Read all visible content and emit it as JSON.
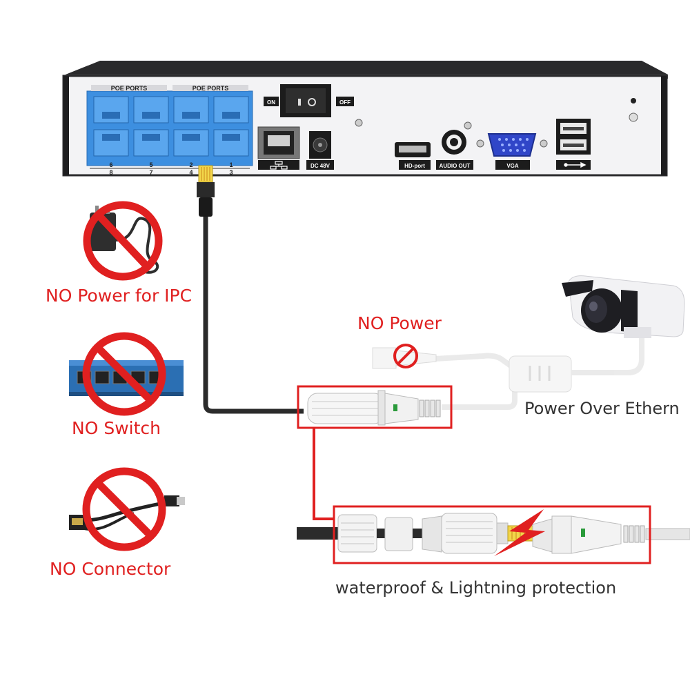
{
  "nvr": {
    "poe_ports_label_left": "POE PORTS",
    "poe_ports_label_right": "POE PORTS",
    "port_numbers_top": [
      "6",
      "5",
      "2",
      "1"
    ],
    "port_numbers_bottom": [
      "8",
      "7",
      "4",
      "3"
    ],
    "switch_on_label": "ON",
    "switch_off_label": "OFF",
    "dc_label": "DC 48V",
    "hdmi_label": "HD-port",
    "audio_label": "AUDIO OUT",
    "vga_label": "VGA"
  },
  "prohibitions": [
    {
      "label": "NO Power for IPC",
      "icon": "power-adapter-icon"
    },
    {
      "label": "NO Switch",
      "icon": "network-switch-icon"
    },
    {
      "label": "NO Connector",
      "icon": "poe-splitter-icon"
    }
  ],
  "no_power_label": "NO Power",
  "poe_label": "Power Over Ethern",
  "protection_label": "waterproof & Lightning protection",
  "colors": {
    "accent_red": "#e02020",
    "poe_port_blue": "#3d8fe0",
    "nvr_body": "#f2f2f4",
    "cable_dark": "#2b2b2b"
  }
}
